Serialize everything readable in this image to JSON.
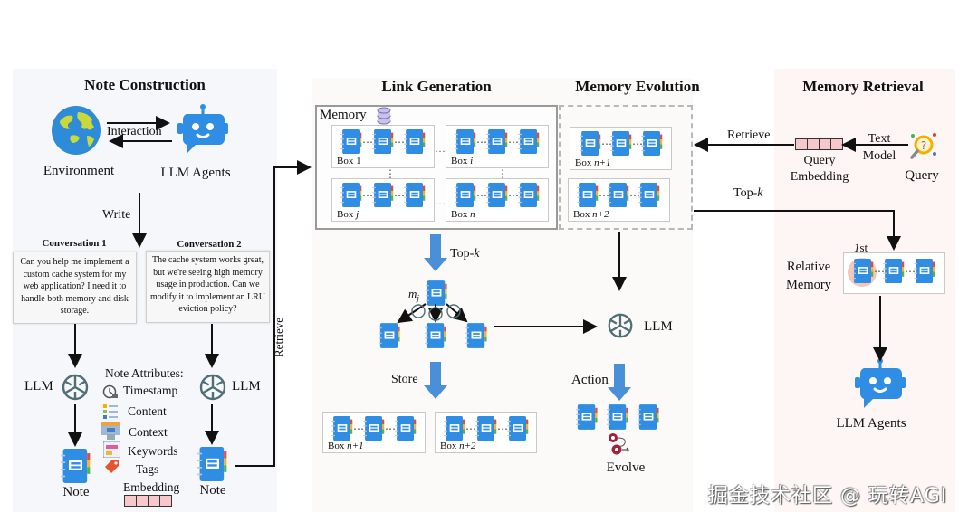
{
  "sections": {
    "note_construction": "Note Construction",
    "link_generation": "Link Generation",
    "memory_evolution": "Memory Evolution",
    "memory_retrieval": "Memory Retrieval"
  },
  "note_construction": {
    "environment_label": "Environment",
    "agents_label": "LLM Agents",
    "interaction_label": "Interaction",
    "write_label": "Write",
    "conversations": [
      {
        "title": "Conversation 1",
        "text": "Can you help me implement a custom cache system for my web application? I need it to handle both memory and disk storage."
      },
      {
        "title": "Conversation 2",
        "text": "The cache system works great, but we're seeing high memory usage in production. Can we modify it to implement an LRU eviction policy?"
      }
    ],
    "llm_label": "LLM",
    "note_label": "Note",
    "attributes_title": "Note Attributes:",
    "attributes": [
      "Timestamp",
      "Content",
      "Context",
      "Keywords",
      "Tags",
      "Embedding"
    ],
    "retrieve_label": "Retrieve"
  },
  "link_generation": {
    "memory_label": "Memory",
    "boxes": [
      {
        "prefix": "Box ",
        "index": "1"
      },
      {
        "prefix": "Box ",
        "index": "i"
      },
      {
        "prefix": "Box ",
        "index": "j"
      },
      {
        "prefix": "Box ",
        "index": "n"
      }
    ],
    "topk_prefix": "Top-",
    "topk_var": "k",
    "mj_var": "m",
    "mj_sub": "j",
    "store_label": "Store",
    "new_boxes": [
      {
        "prefix": "Box ",
        "index": "n+1"
      },
      {
        "prefix": "Box ",
        "index": "n+2"
      }
    ]
  },
  "memory_evolution": {
    "boxes": [
      {
        "prefix": "Box ",
        "index": "n+1"
      },
      {
        "prefix": "Box ",
        "index": "n+2"
      }
    ],
    "llm_label": "LLM",
    "action_label": "Action",
    "evolve_label": "Evolve"
  },
  "memory_retrieval": {
    "retrieve_label": "Retrieve",
    "query_embedding_label_1": "Query",
    "query_embedding_label_2": "Embedding",
    "text_model_label_1": "Text",
    "text_model_label_2": "Model",
    "query_label": "Query",
    "topk_prefix": "Top-",
    "topk_var": "k",
    "first_label_var": "1",
    "first_label_suffix": "st",
    "relative_memory_1": "Relative",
    "relative_memory_2": "Memory",
    "agents_label": "LLM Agents"
  },
  "watermark": "掘金技术社区 @ 玩转AGI",
  "colors": {
    "note_blue": "#2f8de4",
    "arrow_blue": "#4a90d9",
    "embedding_pink": "#f7c7cc",
    "robot_blue": "#2f8de4",
    "globe_blue": "#2e8bd8",
    "globe_land": "#c9d93a"
  }
}
